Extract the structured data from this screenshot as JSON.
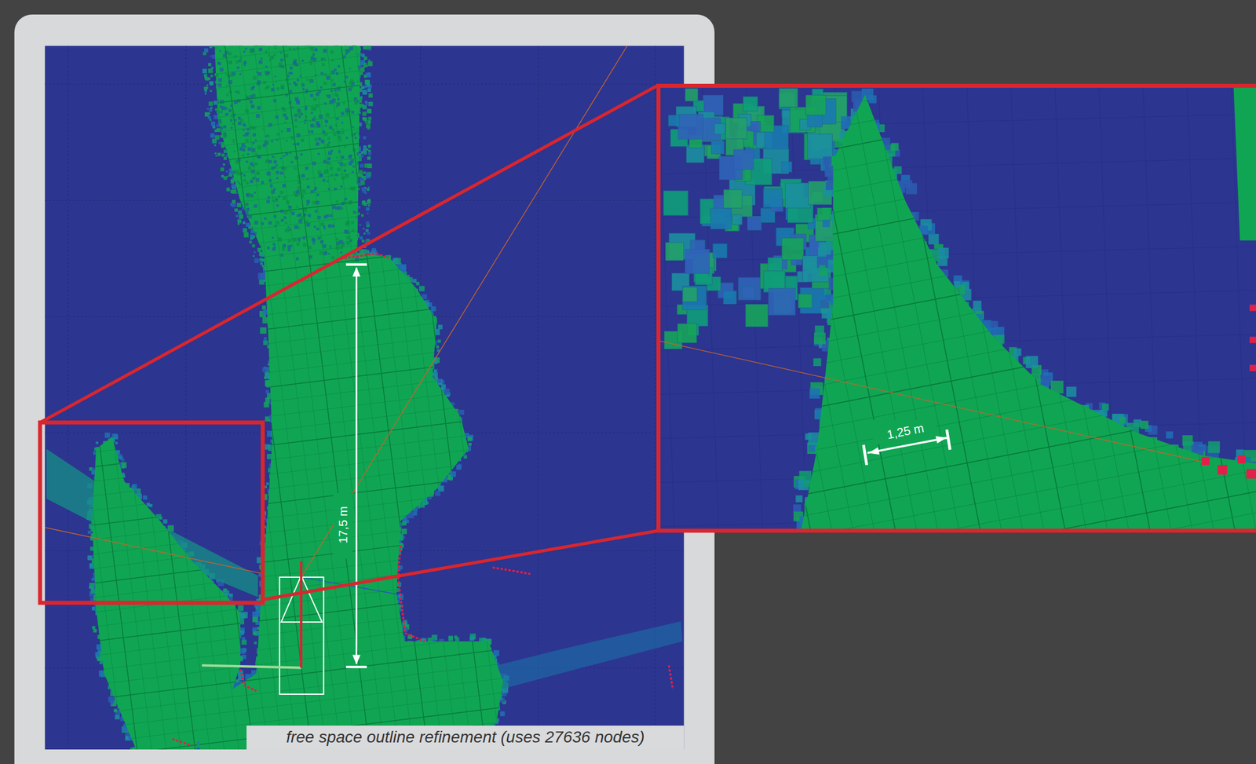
{
  "diagram": {
    "caption": "free space outline refinement (uses 27636 nodes)",
    "labels": [
      "17,5 m",
      "1,25 m"
    ]
  }
}
